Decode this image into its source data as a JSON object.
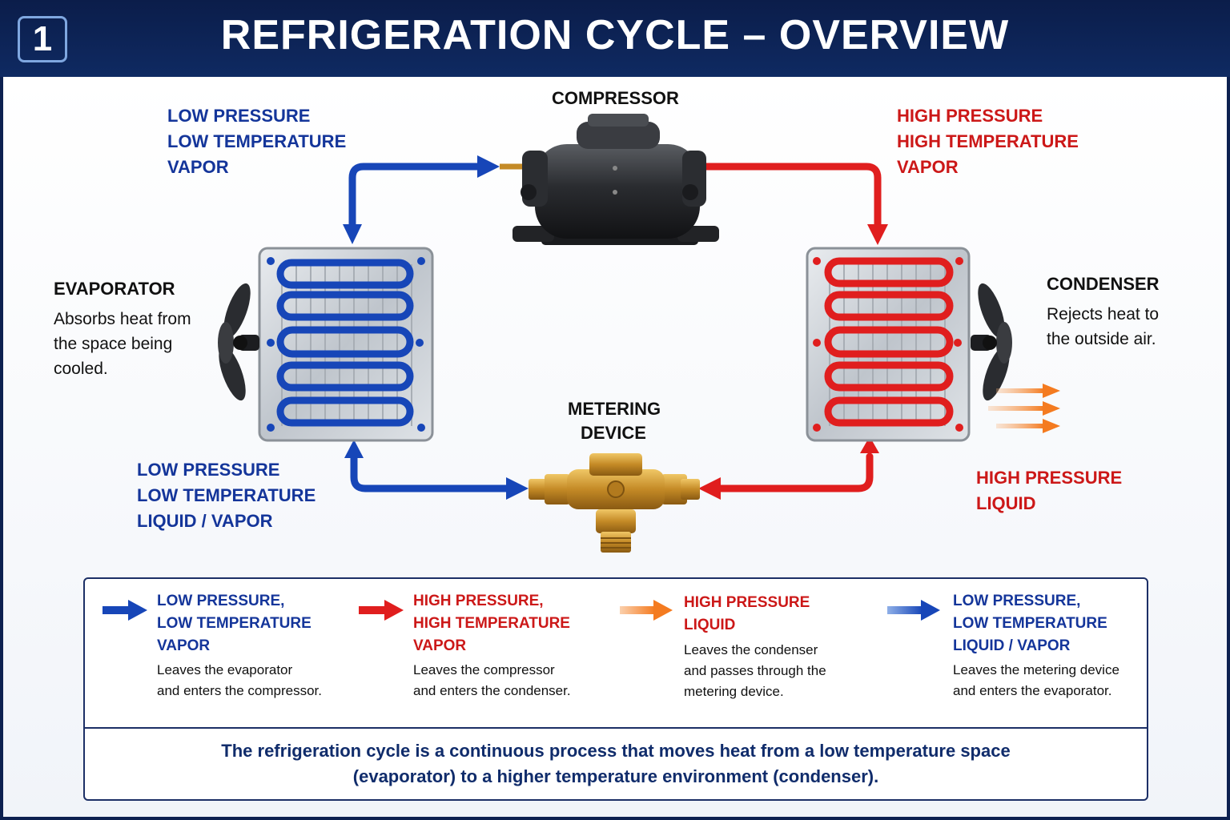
{
  "header": {
    "badge": "1",
    "title": "REFRIGERATION CYCLE – OVERVIEW"
  },
  "diagram": {
    "compressor": {
      "name": "COMPRESSOR"
    },
    "metering": {
      "name_line1": "METERING",
      "name_line2": "DEVICE"
    },
    "evaporator": {
      "name": "EVAPORATOR",
      "desc_line1": "Absorbs heat from",
      "desc_line2": "the space being",
      "desc_line3": "cooled."
    },
    "condenser": {
      "name": "CONDENSER",
      "desc_line1": "Rejects heat to",
      "desc_line2": "the outside air."
    },
    "labels": {
      "suction": [
        "LOW PRESSURE",
        "LOW TEMPERATURE",
        "VAPOR"
      ],
      "discharge": [
        "HIGH PRESSURE",
        "HIGH TEMPERATURE",
        "VAPOR"
      ],
      "liquid": [
        "HIGH PRESSURE",
        "LIQUID"
      ],
      "mix": [
        "LOW PRESSURE",
        "LOW TEMPERATURE",
        "LIQUID / VAPOR"
      ]
    },
    "colors": {
      "low": "#1746b8",
      "high": "#e01e1e",
      "liquid": "#f47b20"
    }
  },
  "legend": {
    "items": [
      {
        "title": [
          "LOW PRESSURE,",
          "LOW TEMPERATURE",
          "VAPOR"
        ],
        "desc": [
          "Leaves the evaporator",
          "and enters the compressor."
        ]
      },
      {
        "title": [
          "HIGH PRESSURE,",
          "HIGH TEMPERATURE",
          "VAPOR"
        ],
        "desc": [
          "Leaves the compressor",
          "and enters the condenser."
        ]
      },
      {
        "title": [
          "HIGH PRESSURE",
          "LIQUID"
        ],
        "desc": [
          "Leaves the condenser",
          "and passes through the",
          "metering device."
        ]
      },
      {
        "title": [
          "LOW PRESSURE,",
          "LOW TEMPERATURE",
          "LIQUID / VAPOR"
        ],
        "desc": [
          "Leaves the metering device",
          "and enters the evaporator."
        ]
      }
    ],
    "summary_line1": "The refrigeration cycle is a continuous process that moves heat from a low temperature space",
    "summary_line2": "(evaporator) to a higher temperature environment (condenser)."
  }
}
